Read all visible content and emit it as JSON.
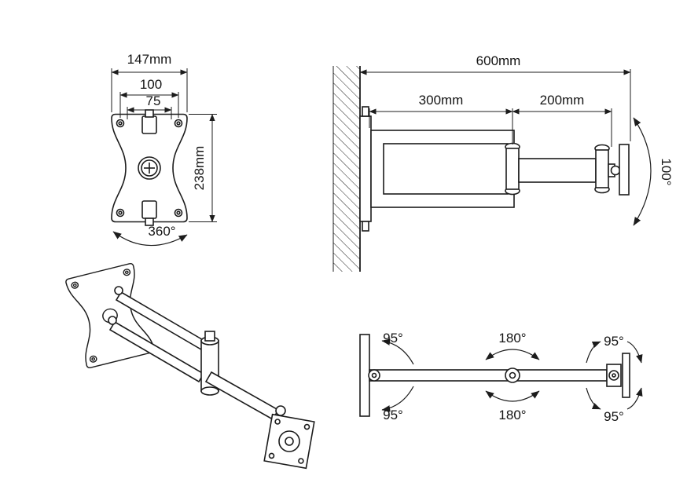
{
  "title": "Articulating TV wall mount technical drawing",
  "colors": {
    "line": "#1c1c1c",
    "background": "#ffffff"
  },
  "views": {
    "front_plate": {
      "width_overall": "147mm",
      "vesa_100": "100",
      "vesa_75": "75",
      "height_overall": "238mm",
      "rotation": "360°"
    },
    "side_extended": {
      "reach_total": "600mm",
      "arm_section_1": "300mm",
      "arm_section_2": "200mm",
      "tilt_range": "100°"
    },
    "top_swivel": {
      "wall_joint_up": "95°",
      "mid_joint_up": "180°",
      "head_joint_up": "95°",
      "wall_joint_down": "95°",
      "mid_joint_down": "180°",
      "head_joint_down": "95°"
    }
  }
}
